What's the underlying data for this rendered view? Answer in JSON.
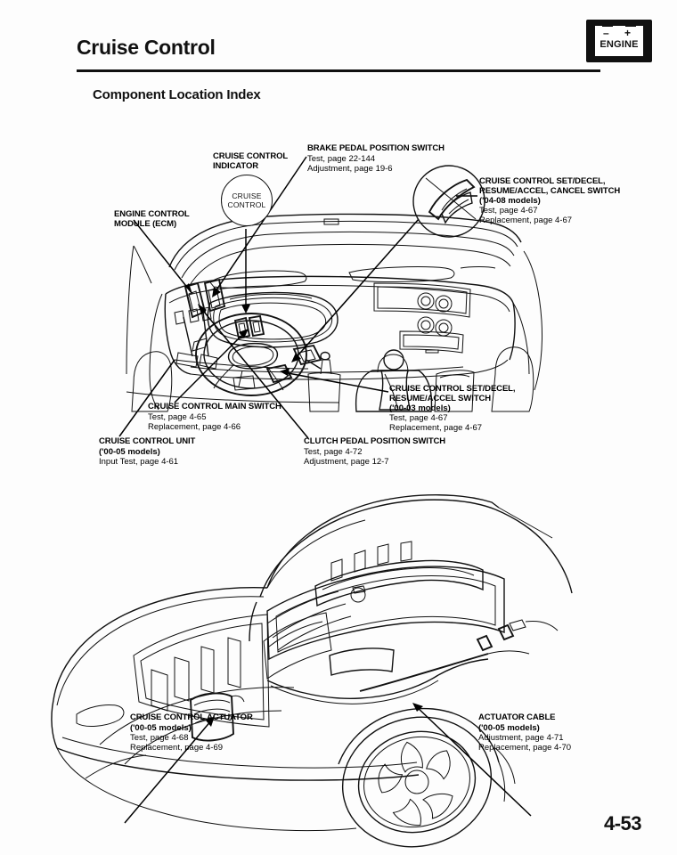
{
  "page": {
    "chapter_title": "Cruise Control",
    "section_title": "Component Location Index",
    "page_number": "4-53"
  },
  "tab": {
    "label": "ENGINE",
    "icon": "battery-icon",
    "minus": "–",
    "plus": "+"
  },
  "indicator": {
    "line1": "CRUISE",
    "line2": "CONTROL"
  },
  "callouts": [
    {
      "name": "engine-control-module",
      "heading": [
        "ENGINE CONTROL",
        "MODULE (ECM)"
      ],
      "sub": "",
      "lines": []
    },
    {
      "name": "cruise-control-indicator",
      "heading": [
        "CRUISE CONTROL",
        "INDICATOR"
      ],
      "sub": "",
      "lines": []
    },
    {
      "name": "brake-pedal-position-switch",
      "heading": [
        "BRAKE PEDAL POSITION SWITCH"
      ],
      "sub": "",
      "lines": [
        "Test, page 22-144",
        "Adjustment, page 19-6"
      ]
    },
    {
      "name": "cruise-control-set-decel-resume-accel-cancel-switch",
      "heading": [
        "CRUISE CONTROL SET/DECEL,",
        "RESUME/ACCEL, CANCEL SWITCH"
      ],
      "sub": "('04-08 models)",
      "lines": [
        "Test, page 4-67",
        "Replacement, page 4-67"
      ]
    },
    {
      "name": "cruise-control-main-switch",
      "heading": [
        "CRUISE CONTROL MAIN SWITCH"
      ],
      "sub": "",
      "lines": [
        "Test, page 4-65",
        "Replacement, page 4-66"
      ]
    },
    {
      "name": "cruise-control-unit",
      "heading": [
        "CRUISE CONTROL UNIT"
      ],
      "sub": "('00-05 models)",
      "lines": [
        "Input Test, page 4-61"
      ]
    },
    {
      "name": "clutch-pedal-position-switch",
      "heading": [
        "CLUTCH PEDAL POSITION SWITCH"
      ],
      "sub": "",
      "lines": [
        "Test, page 4-72",
        "Adjustment, page 12-7"
      ]
    },
    {
      "name": "cruise-control-set-decel-resume-accel-switch",
      "heading": [
        "CRUISE CONTROL SET/DECEL,",
        "RESUME/ACCEL SWITCH"
      ],
      "sub": "('00-03 models)",
      "lines": [
        "Test, page 4-67",
        "Replacement, page 4-67"
      ]
    },
    {
      "name": "cruise-control-actuator",
      "heading": [
        "CRUISE CONTROL ACTUATOR"
      ],
      "sub": "('00-05 models)",
      "lines": [
        "Test, page 4-68",
        "Replacement, page 4-69"
      ]
    },
    {
      "name": "actuator-cable",
      "heading": [
        "ACTUATOR CABLE"
      ],
      "sub": "('00-05 models)",
      "lines": [
        "Adjustment, page 4-71",
        "Replacement, page 4-70"
      ]
    }
  ],
  "figures": {
    "dashboard": "interior-dashboard-line-drawing",
    "engine_bay": "engine-compartment-line-drawing"
  },
  "colors": {
    "ink": "#111111",
    "paper": "#fdfdfd"
  }
}
